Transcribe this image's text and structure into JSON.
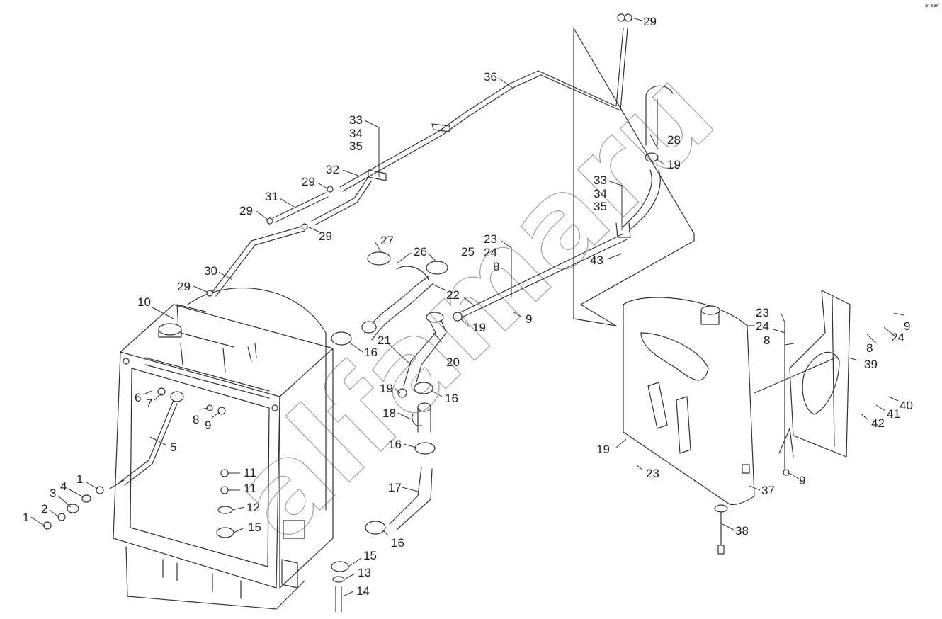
{
  "corner_mark": "a\" ses",
  "watermark_text": "alfamaru",
  "callouts": [
    "1",
    "2",
    "3",
    "4",
    "1",
    "5",
    "6",
    "7",
    "8",
    "9",
    "10",
    "11",
    "11",
    "12",
    "15",
    "15",
    "13",
    "14",
    "16",
    "16",
    "16",
    "16",
    "17",
    "18",
    "19",
    "19",
    "19",
    "19",
    "20",
    "21",
    "22",
    "23",
    "24",
    "8",
    "9",
    "25",
    "26",
    "27",
    "28",
    "29",
    "29",
    "29",
    "29",
    "29",
    "30",
    "31",
    "32",
    "33",
    "34",
    "35",
    "33",
    "34",
    "35",
    "36",
    "43",
    "23",
    "24",
    "8",
    "9",
    "24",
    "8",
    "39",
    "40",
    "41",
    "42",
    "9",
    "23",
    "37",
    "38"
  ]
}
